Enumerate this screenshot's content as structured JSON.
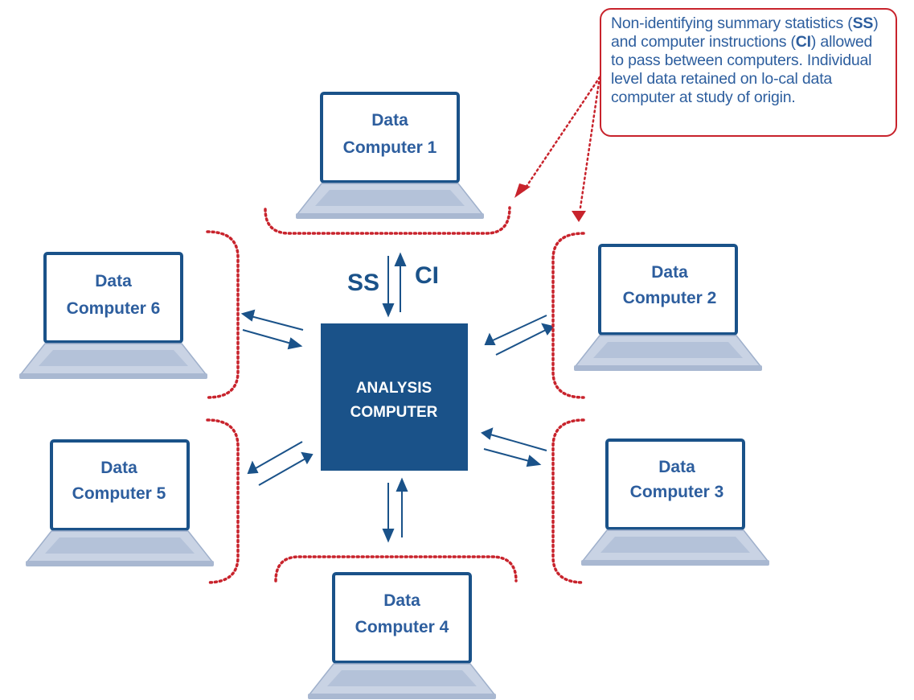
{
  "analysis": {
    "line1": "ANALYSIS",
    "line2": "COMPUTER"
  },
  "flow_labels": {
    "ss": "SS",
    "ci": "CI"
  },
  "computers": [
    {
      "line1": "Data",
      "line2": "Computer 1"
    },
    {
      "line1": "Data",
      "line2": "Computer 2"
    },
    {
      "line1": "Data",
      "line2": "Computer 3"
    },
    {
      "line1": "Data",
      "line2": "Computer 4"
    },
    {
      "line1": "Data",
      "line2": "Computer 5"
    },
    {
      "line1": "Data",
      "line2": "Computer 6"
    }
  ],
  "callout": {
    "part1": "Non-identifying summary statistics (",
    "ss": "SS",
    "part2": ") and computer instructions (",
    "ci": "CI",
    "part3": ") allowed to pass between computers. Individual level data retained on lo-cal data computer at study of origin."
  },
  "colors": {
    "navy": "#1a5289",
    "laptop_fill": "#c9d3e4",
    "laptop_screen_border": "#1a5289",
    "callout_red": "#c8232c",
    "text_blue": "#2d5e9e"
  }
}
